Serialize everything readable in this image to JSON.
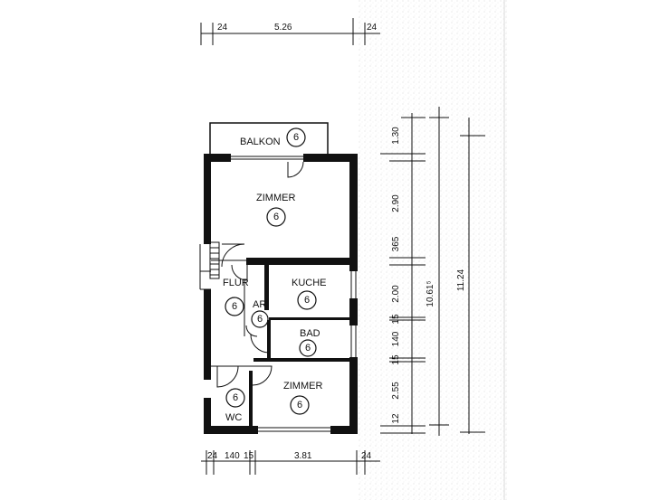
{
  "rooms": {
    "balkon": {
      "label": "BALKON",
      "badge": "6"
    },
    "zimmer_top": {
      "label": "ZIMMER",
      "badge": "6"
    },
    "flur": {
      "label": "FLUR",
      "badge": "6"
    },
    "ar": {
      "label": "AR",
      "badge": "6"
    },
    "kuche": {
      "label": "KUCHE",
      "badge": "6"
    },
    "bad": {
      "label": "BAD",
      "badge": "6"
    },
    "zimmer_bottom": {
      "label": "ZIMMER",
      "badge": "6"
    },
    "wc": {
      "label": "WC",
      "badge": "6"
    }
  },
  "dimensions": {
    "top": {
      "left": "24",
      "middle": "5.26",
      "right": "24"
    },
    "bottom": {
      "left": "24",
      "a": "140",
      "b": "15",
      "middle": "3.81",
      "right": "24"
    },
    "right_inner": [
      "1.30",
      "2.90",
      "365",
      "2.00",
      "15",
      "140",
      "15",
      "2.55",
      "12"
    ],
    "total_inner": "10.61⁵",
    "total_outer": "11.24"
  }
}
